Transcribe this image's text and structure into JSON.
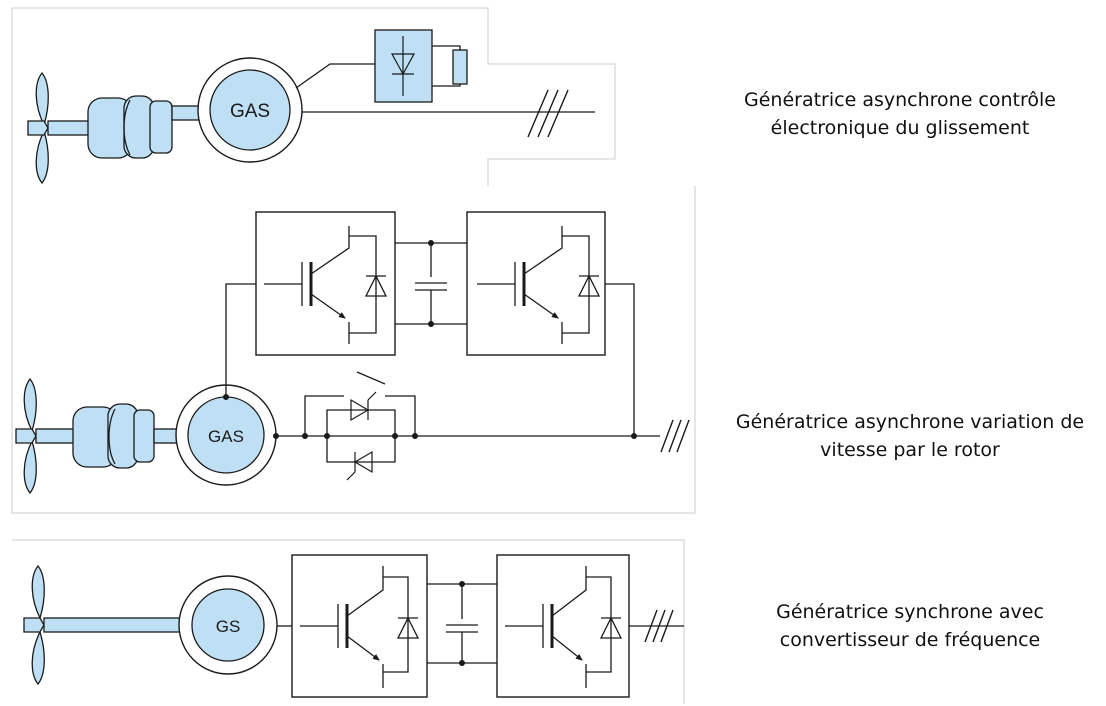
{
  "diagrams": [
    {
      "machine_label": "GAS",
      "caption": [
        "Génératrice asynchrone contrôle",
        "électronique du glissement"
      ]
    },
    {
      "machine_label": "GAS",
      "caption": [
        "Génératrice asynchrone variation de",
        "vitesse par le rotor"
      ]
    },
    {
      "machine_label": "GS",
      "caption": [
        "Génératrice synchrone avec",
        "convertisseur de fréquence"
      ]
    }
  ],
  "colors": {
    "fill": "#bfe0f4",
    "line": "#1a1a1a",
    "frame": "#cccccc"
  }
}
